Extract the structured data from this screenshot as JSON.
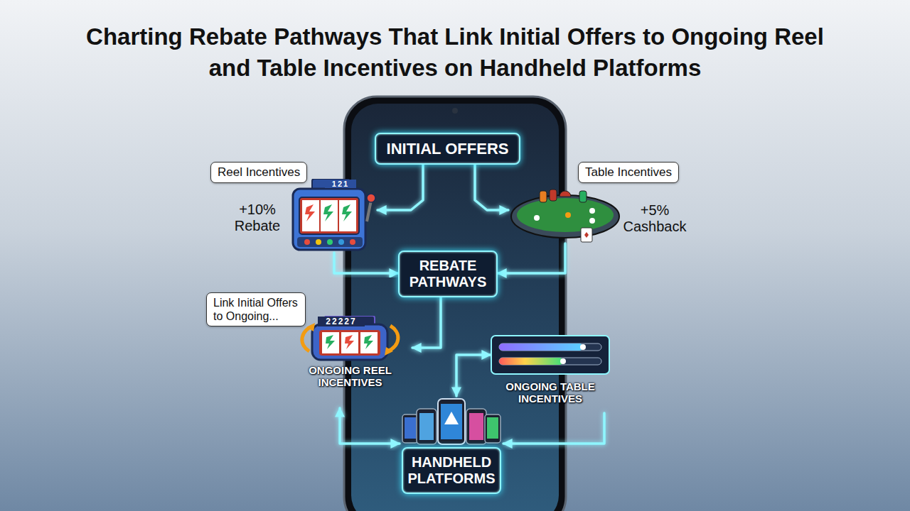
{
  "diagram": {
    "title": "Charting Rebate Pathways That Link Initial Offers to Ongoing Reel and Table Incentives on Handheld Platforms",
    "nodes": [
      {
        "text": [
          "INITIAL OFFERS"
        ]
      },
      {
        "text": [
          "Reel Incentives"
        ]
      },
      {
        "text": [
          "Table Incentives"
        ]
      },
      {
        "text": [
          "REBATE PATHWAYS"
        ]
      },
      {
        "text": [
          "Link Initial Offers to Ongoing..."
        ]
      },
      {
        "text": [
          "ONGOING REEL INCENTIVES"
        ]
      },
      {
        "text": [
          "ONGOING TABLE INCENTIVES"
        ]
      },
      {
        "text": [
          "HANDHELD PLATFORMS"
        ]
      }
    ],
    "edges": [
      {
        "from": 0,
        "to": 1,
        "arrow": "to"
      },
      {
        "from": 0,
        "to": 2,
        "arrow": "to"
      },
      {
        "from": 0,
        "to": 3,
        "arrow": "to"
      },
      {
        "from": 1,
        "to": 3,
        "arrow": "to"
      },
      {
        "from": 2,
        "to": 3,
        "arrow": "to"
      },
      {
        "from": 3,
        "to": 5,
        "arrow": "to"
      },
      {
        "from": 6,
        "to": 7,
        "arrow": "both"
      },
      {
        "from": 5,
        "to": 7,
        "arrow": "both"
      },
      {
        "from": 6,
        "to": 7,
        "arrow": "to"
      }
    ],
    "labels": [
      "121",
      "+10% Rebate",
      "+5% Cashback",
      "22227"
    ]
  }
}
